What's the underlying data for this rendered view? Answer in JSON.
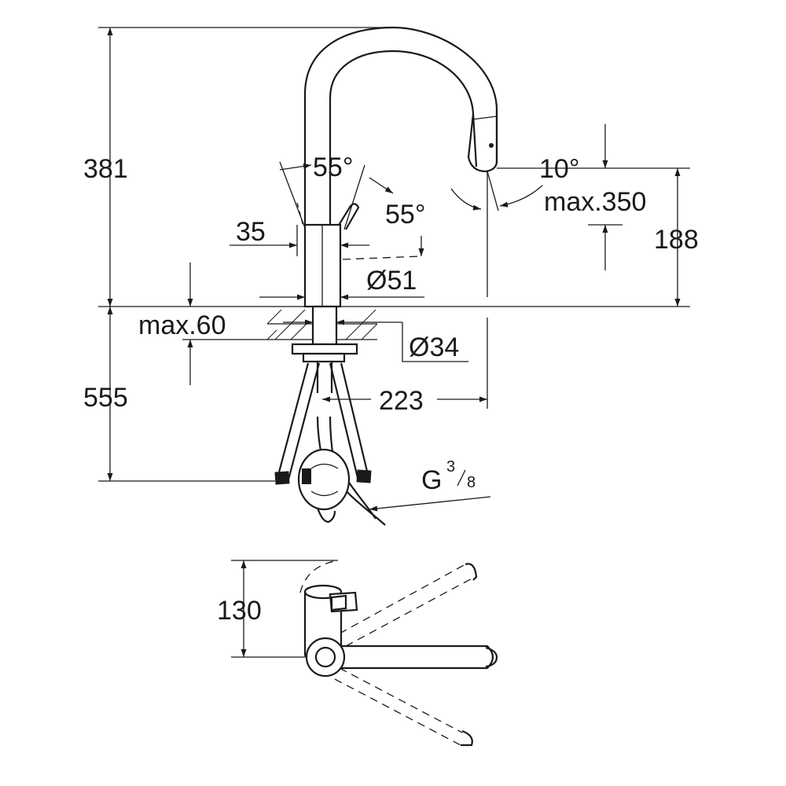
{
  "dimensions": {
    "height_above_deck": "381",
    "height_below_deck": "555",
    "spout_height": "188",
    "lever_angle_1": "55°",
    "lever_angle_2": "55°",
    "spray_angle": "10°",
    "pullout_length": "max.350",
    "lever_offset": "35",
    "body_diameter": "Ø51",
    "hole_diameter": "Ø34",
    "deck_thickness": "max.60",
    "spout_reach": "223",
    "connection_thread": "G",
    "thread_fraction_numerator": "3",
    "thread_fraction_denominator": "8",
    "swivel_depth": "130"
  }
}
